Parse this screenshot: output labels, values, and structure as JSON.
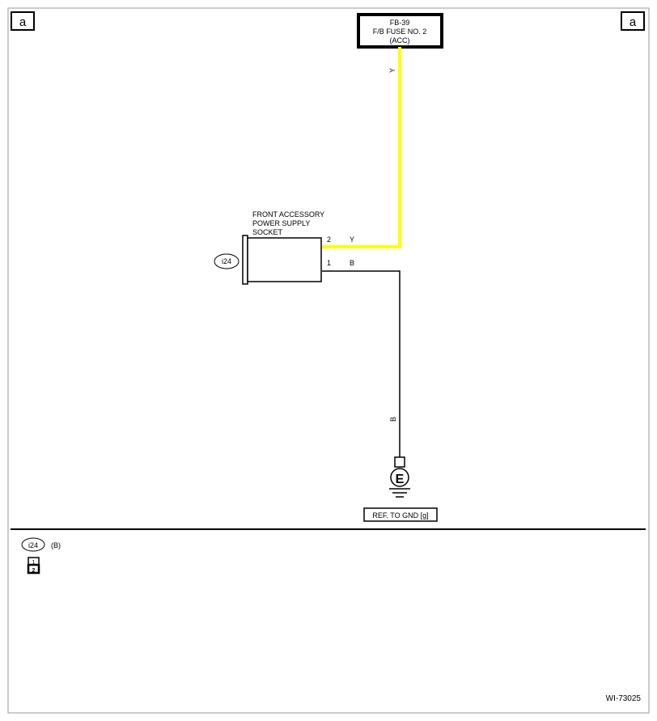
{
  "corner_labels": {
    "left": "a",
    "right": "a"
  },
  "fuse": {
    "id": "FB-39",
    "name": "F/B FUSE NO. 2",
    "circuit": "(ACC)"
  },
  "wires": {
    "supply": {
      "color_code": "Y",
      "color": "#ffff00"
    },
    "ground": {
      "color_code": "B",
      "color": "#000000"
    }
  },
  "component": {
    "name_lines": [
      "FRONT ACCESSORY",
      "POWER SUPPLY",
      "SOCKET"
    ],
    "connector_id": "i24",
    "pins": [
      {
        "number": "2",
        "wire": "Y"
      },
      {
        "number": "1",
        "wire": "B"
      }
    ]
  },
  "ground": {
    "symbol": "E",
    "reference": "REF. TO GND [g]"
  },
  "connector_view": {
    "connector_id": "i24",
    "color_code": "(B)",
    "pins": [
      "1",
      "2"
    ]
  },
  "figure_id": "WI-73025"
}
